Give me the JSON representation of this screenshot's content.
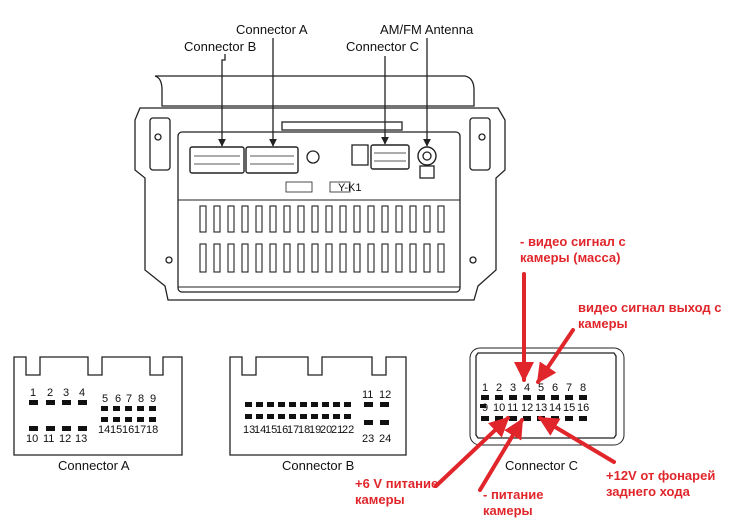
{
  "callouts": {
    "connector_b": "Connector B",
    "connector_a": "Connector A",
    "connector_c": "Connector C",
    "antenna": "AM/FM Antenna"
  },
  "unit": {
    "marking": "Y-K1"
  },
  "connectors": [
    {
      "caption": "Connector A",
      "top_left": [
        "1",
        "2",
        "3",
        "4"
      ],
      "top_right": [
        "5",
        "6",
        "7",
        "8",
        "9"
      ],
      "bottom_left": [
        "10",
        "11",
        "12",
        "13"
      ],
      "bottom_right": [
        "14",
        "15",
        "16",
        "17",
        "18"
      ]
    },
    {
      "caption": "Connector B",
      "top_right": [
        "11",
        "12"
      ],
      "bottom_main": [
        "13",
        "14",
        "15",
        "16",
        "17",
        "18",
        "19",
        "20",
        "21",
        "22"
      ],
      "bottom_right": [
        "23",
        "24"
      ]
    },
    {
      "caption": "Connector C",
      "top": [
        "1",
        "2",
        "3",
        "4",
        "5",
        "6",
        "7",
        "8"
      ],
      "bottom": [
        "9",
        "10",
        "11",
        "12",
        "13",
        "14",
        "15",
        "16"
      ]
    }
  ],
  "annotations": {
    "video_ground": [
      "- видео сигнал с",
      "камеры (масса)"
    ],
    "video_out": [
      "видео сигнал выход с",
      "камеры"
    ],
    "power_plus": [
      "+6 V питание",
      "камеры"
    ],
    "power_minus": [
      "- питание",
      "камеры"
    ],
    "reverse_12v": [
      "+12V от фонарей",
      "заднего хода"
    ]
  },
  "colors": {
    "annotation": "#e0262b",
    "line": "#222222"
  }
}
